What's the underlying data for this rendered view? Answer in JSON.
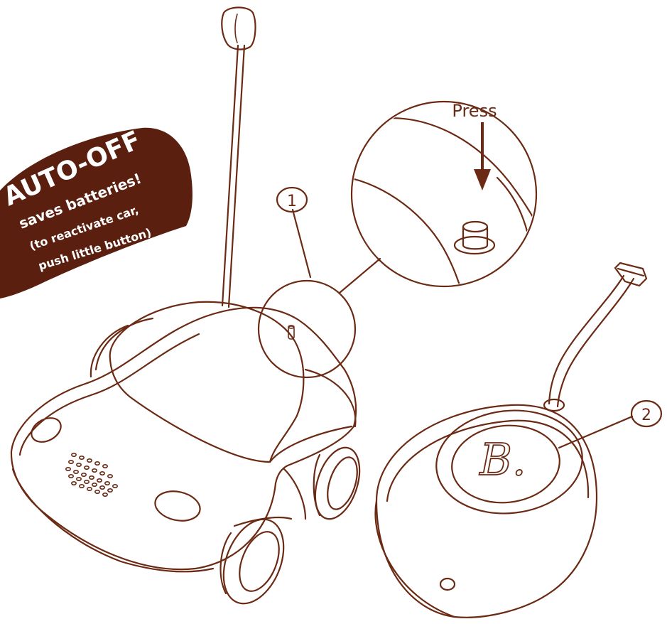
{
  "colors": {
    "ink": "#6b2a14",
    "banner_fill": "#5a1f0e",
    "banner_text": "#ffffff",
    "background": "#ffffff"
  },
  "banner": {
    "headline": "AUTO-OFF",
    "line1": "saves batteries!",
    "line2": "(to reactivate car,",
    "line3": "push little button)"
  },
  "callouts": {
    "one": "1",
    "two": "2",
    "press": "Press"
  },
  "remote": {
    "logo": "B."
  },
  "icons": {
    "press_arrow": "down-arrow-icon",
    "reactivate_button": "push-button-icon"
  }
}
